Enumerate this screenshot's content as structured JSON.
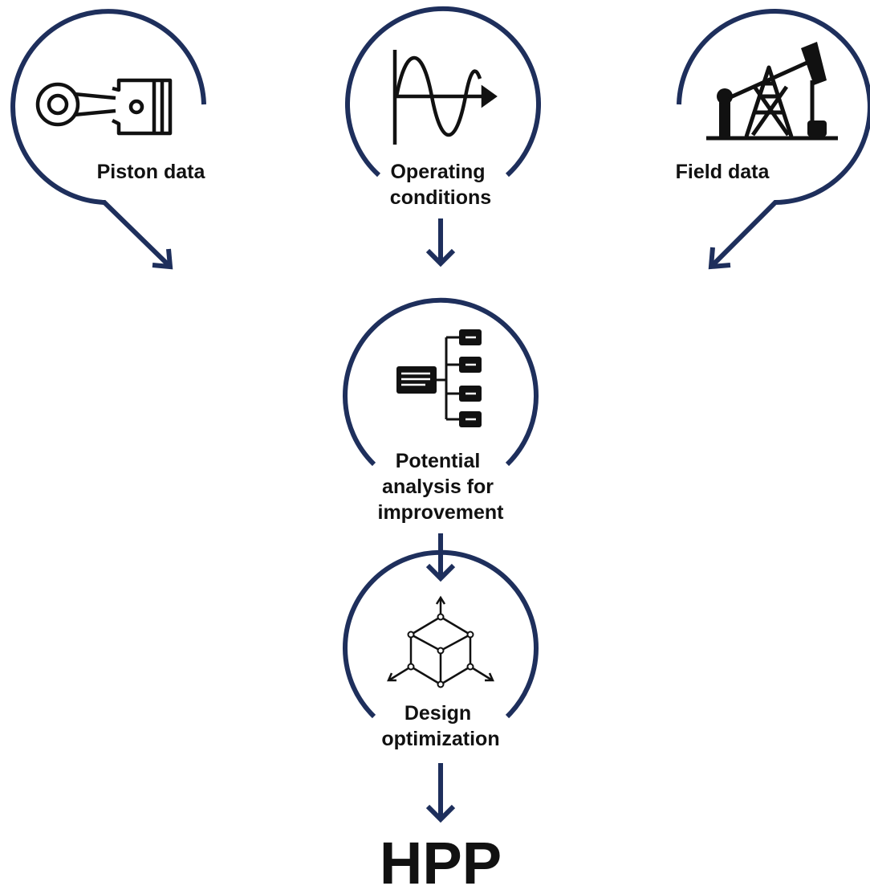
{
  "colors": {
    "ring": "#1e2f5c",
    "icon": "#111111",
    "background": "#ffffff"
  },
  "inputs": [
    {
      "id": "piston",
      "icon": "piston-icon",
      "label_lines": [
        "Piston data"
      ]
    },
    {
      "id": "operating",
      "icon": "sine-wave-icon",
      "label_lines": [
        "Operating",
        "conditions"
      ]
    },
    {
      "id": "field",
      "icon": "oil-pump-jack-icon",
      "label_lines": [
        "Field data"
      ]
    }
  ],
  "steps": [
    {
      "id": "analysis",
      "icon": "hierarchy-tree-icon",
      "label_lines": [
        "Potential",
        "analysis for",
        "improvement"
      ]
    },
    {
      "id": "design",
      "icon": "cube-axes-icon",
      "label_lines": [
        "Design",
        "optimization"
      ]
    }
  ],
  "result": {
    "label": "HPP"
  }
}
